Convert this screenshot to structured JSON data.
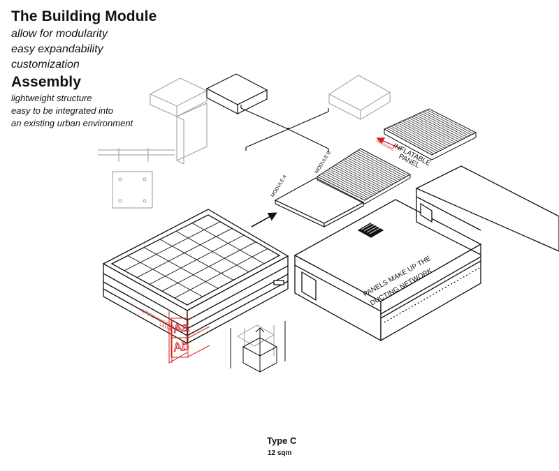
{
  "header": {
    "title": "The Building Module",
    "lines": [
      "allow for modularity",
      "easy expandability",
      "customization"
    ]
  },
  "assembly": {
    "title": "Assembly",
    "lines": [
      "lightweight structure",
      "easy to be integrated into",
      "an existing urban environment"
    ]
  },
  "diagram": {
    "module_a_label": "MODULE A",
    "module_b_label": "MODULE B",
    "inflatable_label_1": "INFLATABLE",
    "inflatable_label_2": "PANEL",
    "pressure_label": "PRESSURE",
    "ducting_label_1": "PANELS MAKE UP THE",
    "ducting_label_2": "DUCTING NETWORK",
    "interchangeable_label_1": "INTERCHANGEABLE",
    "interchangeable_label_2": "LAYER",
    "layer_a_label": "Aa",
    "layer_b_label": "Ab"
  },
  "caption": {
    "type_label": "Type C",
    "area_label": "12 sqm"
  },
  "colors": {
    "ink": "#111111",
    "sketch": "#9a9a9a",
    "accent_red": "#d62020"
  }
}
